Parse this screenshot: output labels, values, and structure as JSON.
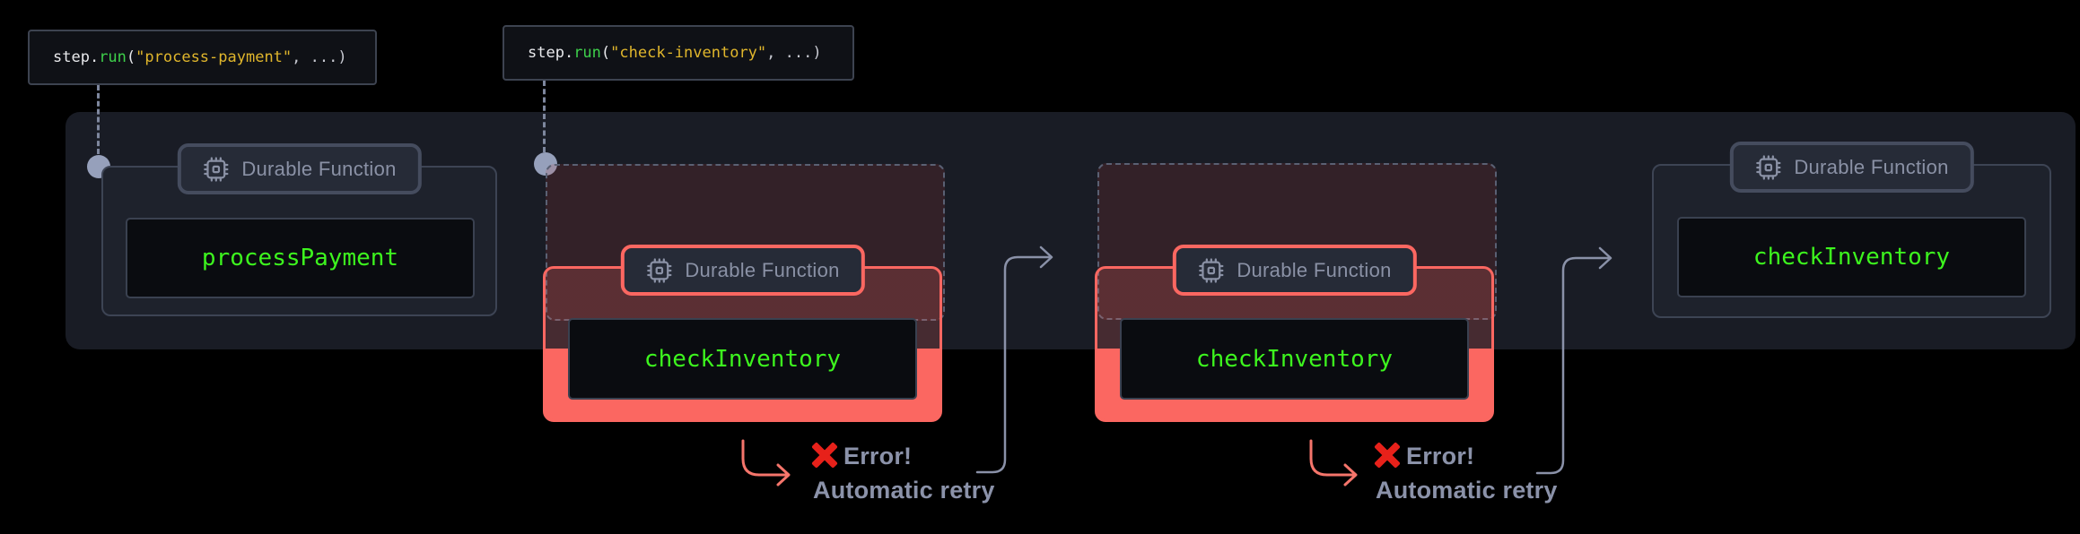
{
  "tooltips": [
    {
      "prefix": "step.",
      "method": "run",
      "open_paren": "(",
      "string_arg": "\"process-payment\"",
      "suffix": ", ...)"
    },
    {
      "prefix": "step.",
      "method": "run",
      "open_paren": "(",
      "string_arg": "\"check-inventory\"",
      "suffix": ", ...)"
    }
  ],
  "groups": [
    {
      "badge_label": "Durable Function",
      "function_name": "processPayment",
      "status": "success"
    },
    {
      "badge_label": "Durable Function",
      "function_name": "checkInventory",
      "status": "error"
    },
    {
      "badge_label": "Durable Function",
      "function_name": "checkInventory",
      "status": "error"
    },
    {
      "badge_label": "Durable Function",
      "function_name": "checkInventory",
      "status": "success"
    }
  ],
  "annotations": [
    {
      "error_label": "Error!",
      "retry_label": "Automatic retry"
    },
    {
      "error_label": "Error!",
      "retry_label": "Automatic retry"
    }
  ],
  "colors": {
    "background": "#000000",
    "panel": "#191c25",
    "salmon_accent": "#fb6761",
    "code_green": "#3df51e",
    "string_yellow": "#e0b62c",
    "method_green": "#3ed04b",
    "slate_text": "#8b92a9",
    "error_x_red": "#e7211a",
    "dot_gray": "#96a0bb"
  }
}
